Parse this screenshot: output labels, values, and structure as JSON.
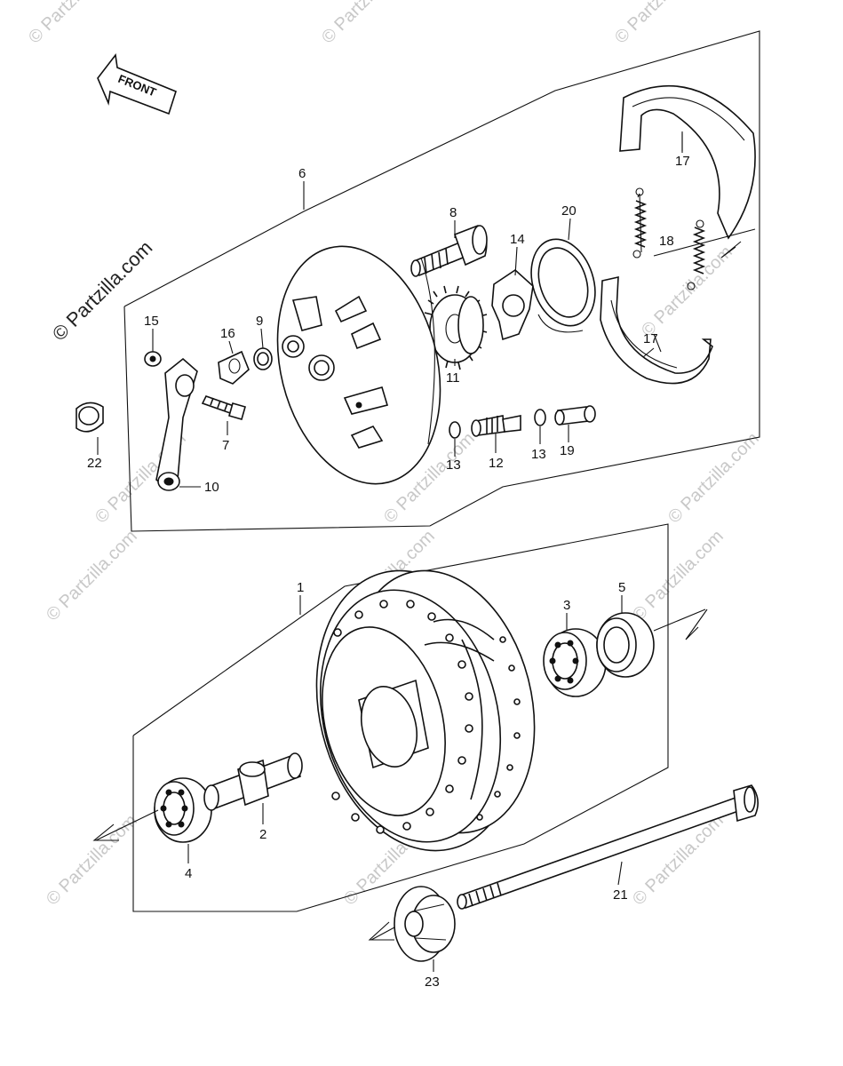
{
  "watermark": "© Partzilla.com",
  "front_label": "FRONT",
  "callouts": {
    "c1": "1",
    "c2": "2",
    "c3": "3",
    "c4": "4",
    "c5": "5",
    "c6": "6",
    "c7": "7",
    "c8": "8",
    "c9": "9",
    "c10": "10",
    "c11": "11",
    "c12": "12",
    "c13a": "13",
    "c13b": "13",
    "c14": "14",
    "c15": "15",
    "c16": "16",
    "c17a": "17",
    "c17b": "17",
    "c18": "18",
    "c19": "19",
    "c20": "20",
    "c21": "21",
    "c22": "22",
    "c23": "23"
  }
}
